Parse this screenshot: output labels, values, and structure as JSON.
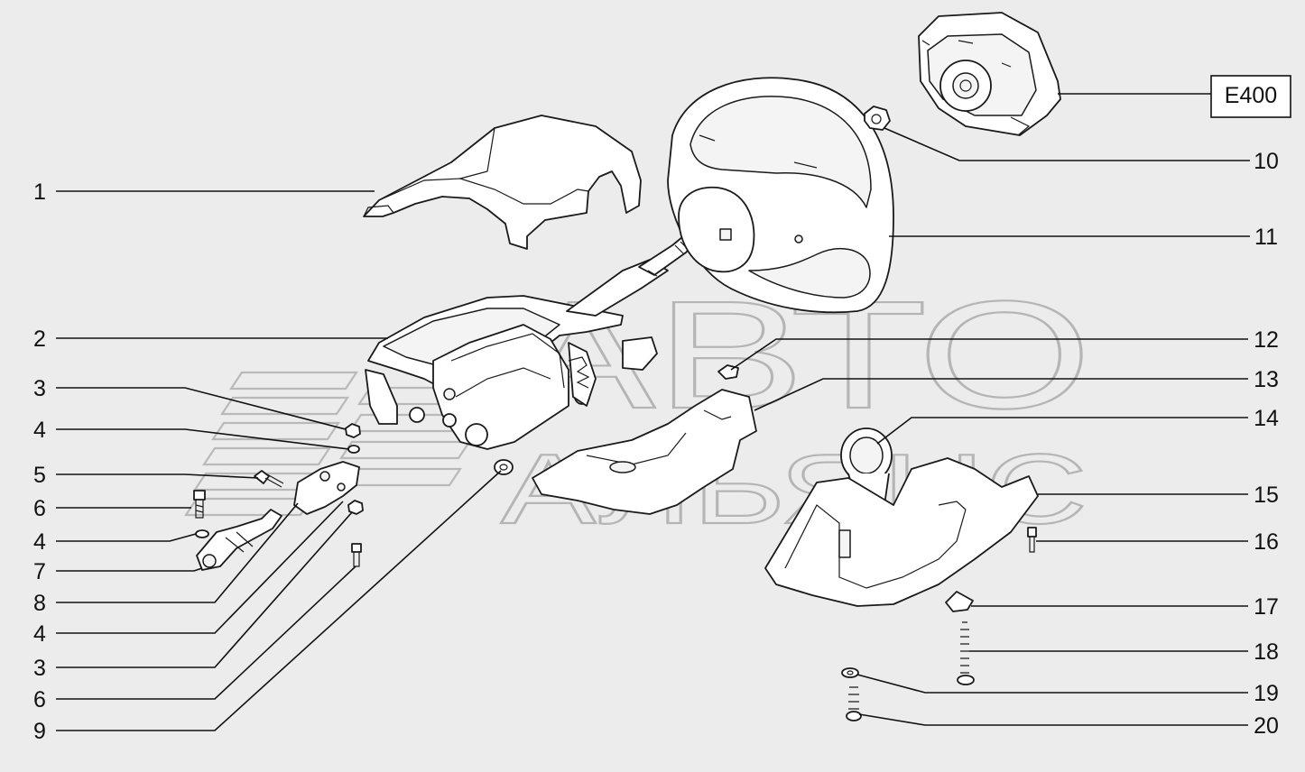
{
  "watermark": {
    "line1": "АВТО",
    "line2": "АЛЬЯНС"
  },
  "reference_box": "E400",
  "callouts_left": [
    "1",
    "2",
    "3",
    "4",
    "5",
    "6",
    "4",
    "7",
    "8",
    "4",
    "3",
    "6",
    "9"
  ],
  "callouts_right": [
    "10",
    "11",
    "12",
    "13",
    "14",
    "15",
    "16",
    "17",
    "18",
    "19",
    "20"
  ]
}
